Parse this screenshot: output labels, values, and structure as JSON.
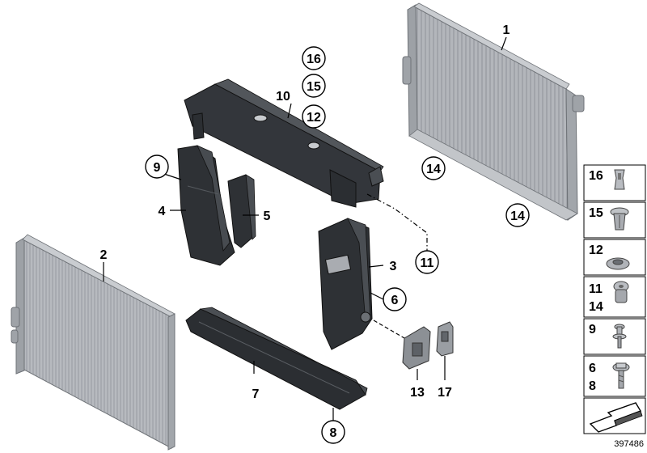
{
  "image_number": "397486",
  "colors": {
    "radiator": "#aeb1b6",
    "radiator_shade": "#8d9196",
    "plastic": "#2b2e32",
    "plastic_light": "#4a4e53",
    "fastener": "#b9bcc1"
  },
  "callouts": [
    {
      "id": "c1",
      "text": "1",
      "circled": false
    },
    {
      "id": "c2",
      "text": "2",
      "circled": false
    },
    {
      "id": "c3",
      "text": "3",
      "circled": false
    },
    {
      "id": "c4",
      "text": "4",
      "circled": false
    },
    {
      "id": "c5",
      "text": "5",
      "circled": false
    },
    {
      "id": "c6",
      "text": "6",
      "circled": true
    },
    {
      "id": "c7",
      "text": "7",
      "circled": false
    },
    {
      "id": "c8",
      "text": "8",
      "circled": true
    },
    {
      "id": "c9",
      "text": "9",
      "circled": true
    },
    {
      "id": "c10",
      "text": "10",
      "circled": false
    },
    {
      "id": "c11",
      "text": "11",
      "circled": true
    },
    {
      "id": "c12",
      "text": "12",
      "circled": true
    },
    {
      "id": "c13",
      "text": "13",
      "circled": false
    },
    {
      "id": "c14a",
      "text": "14",
      "circled": true
    },
    {
      "id": "c14b",
      "text": "14",
      "circled": true
    },
    {
      "id": "c15",
      "text": "15",
      "circled": true
    },
    {
      "id": "c16",
      "text": "16",
      "circled": true
    },
    {
      "id": "c17",
      "text": "17",
      "circled": false
    }
  ],
  "legend": [
    {
      "labels": [
        "16"
      ],
      "icon": "push-rivet-icon"
    },
    {
      "labels": [
        "15"
      ],
      "icon": "expanding-clip-icon"
    },
    {
      "labels": [
        "12"
      ],
      "icon": "rubber-grommet-icon"
    },
    {
      "labels": [
        "11",
        "14"
      ],
      "icon": "rubber-mount-icon"
    },
    {
      "labels": [
        "9"
      ],
      "icon": "bolt-icon"
    },
    {
      "labels": [
        "6",
        "8"
      ],
      "icon": "collar-screw-icon"
    },
    {
      "labels": [],
      "icon": "direction-arrow-icon"
    }
  ]
}
